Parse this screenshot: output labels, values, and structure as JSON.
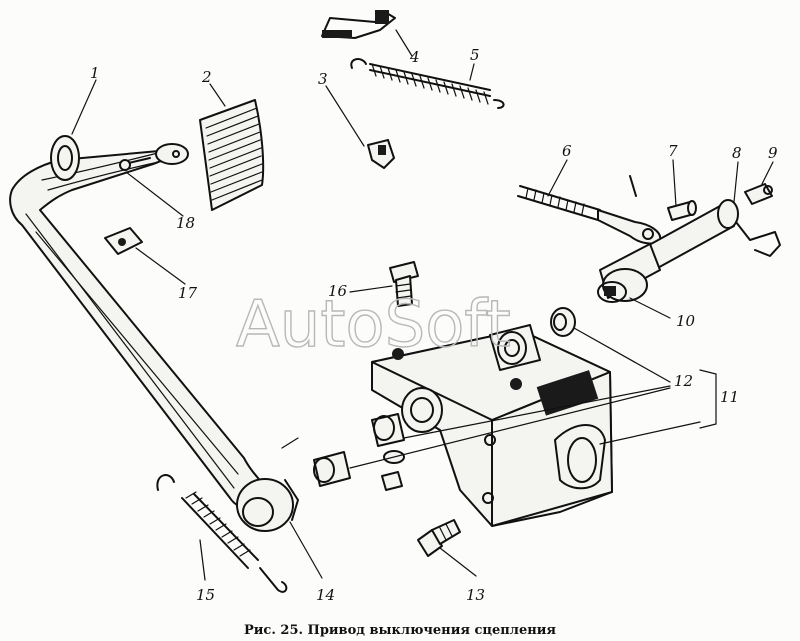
{
  "watermark": "AutoSoft",
  "caption": "Рис. 25. Привод выключения сцепления",
  "callouts": [
    "1",
    "2",
    "3",
    "4",
    "5",
    "6",
    "7",
    "8",
    "9",
    "10",
    "11",
    "12",
    "13",
    "14",
    "15",
    "16",
    "17",
    "18",
    "12"
  ]
}
